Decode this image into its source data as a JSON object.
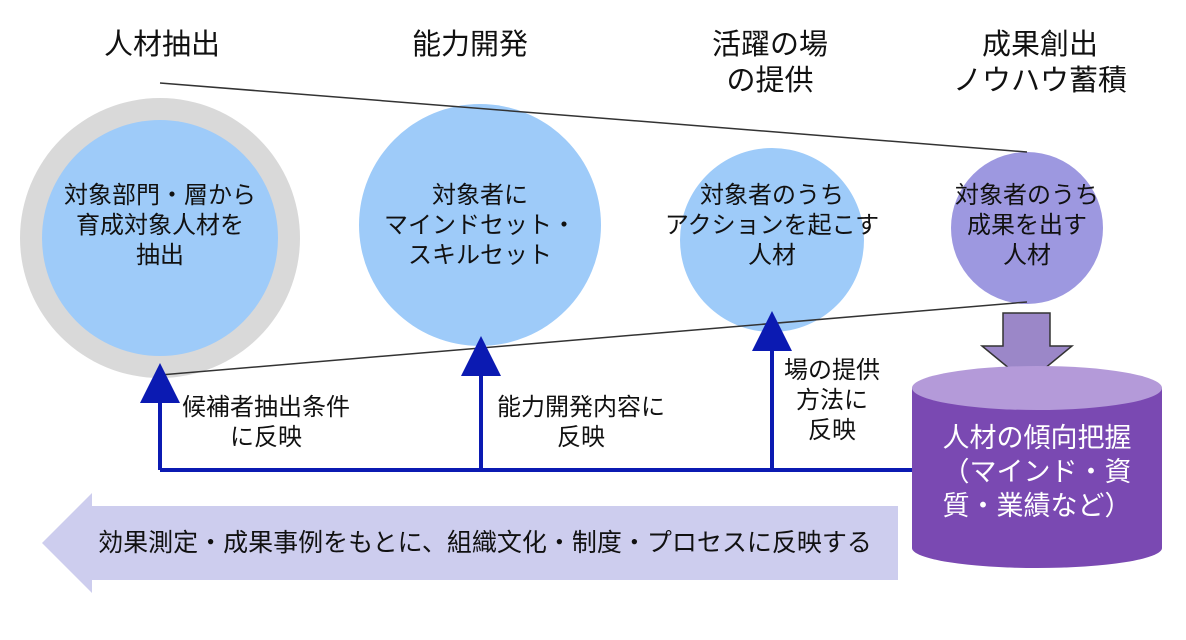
{
  "headers": [
    "人材抽出",
    "能力開発",
    "活躍の場\nの提供",
    "成果創出\nノウハウ蓄積"
  ],
  "circles": [
    "対象部門・層から\n育成対象人材を\n抽出",
    "対象者に\nマインドセット・\nスキルセット",
    "対象者のうち\nアクションを起こす\n人材",
    "対象者のうち\n成果を出す\n人材"
  ],
  "feedback_labels": [
    "候補者抽出条件\nに反映",
    "能力開発内容に\n反映",
    "場の提供\n方法に\n反映"
  ],
  "database": "人材の傾向把握\n（マインド・資\n質・業績など）",
  "bottom_arrow": "効果測定・成果事例をもとに、組織文化・制度・プロセスに反映する",
  "colors": {
    "circle_blue": "#9ecbf9",
    "circle_purple": "#9d98e0",
    "ring_gray": "#d9d9d9",
    "line_blue": "#0b1ab2",
    "cylinder_body": "#7a49b2",
    "cylinder_top": "#b49ad9",
    "arrow_lavender": "#cdcdee"
  }
}
